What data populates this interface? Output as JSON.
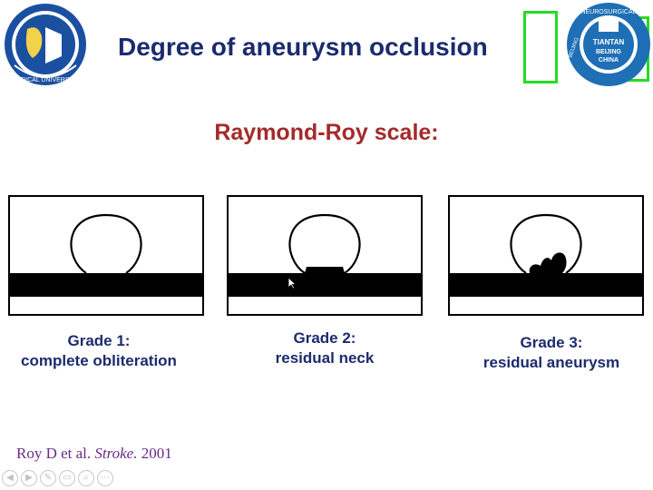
{
  "slide": {
    "title": "Degree of aneurysm occlusion",
    "subtitle": "Raymond-Roy scale:",
    "citation_authors": "Roy D et al. ",
    "citation_journal": "Stroke.",
    "citation_year": " 2001"
  },
  "grades": [
    {
      "line1": "Grade 1:",
      "line2": "complete obliteration"
    },
    {
      "line1": "Grade 2:",
      "line2": "residual neck"
    },
    {
      "line1": "Grade 3:",
      "line2": "residual aneurysm"
    }
  ],
  "logos": {
    "left_university_text": "MEDICAL UNIVERSITY",
    "right_text_1": "TIANTAN",
    "right_text_2": "BEIJING",
    "right_text_3": "CHINA",
    "right_arc_left": "BEIJING",
    "right_arc_top": "NEUROSURGICAL"
  },
  "controls": [
    "left-arrow-icon",
    "right-arrow-icon",
    "pen-icon",
    "slides-icon",
    "zoom-icon",
    "more-icon"
  ],
  "colors": {
    "title": "#1c2b6e",
    "subtitle": "#a52a2a",
    "citation": "#6a2a8a",
    "highlight": "#22dd22"
  }
}
